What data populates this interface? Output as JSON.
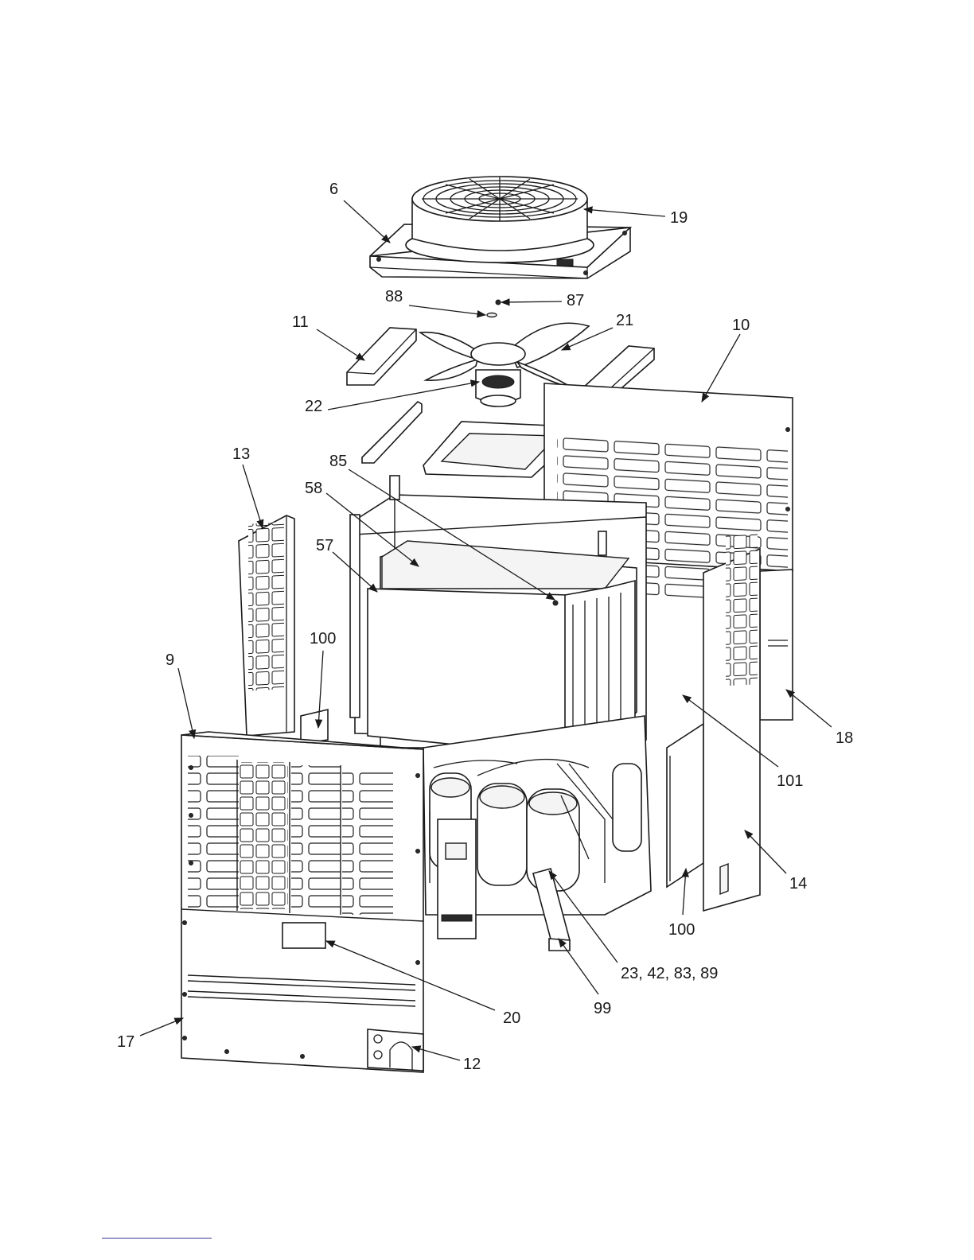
{
  "diagram": {
    "callouts": [
      {
        "id": "c6",
        "text": "6"
      },
      {
        "id": "c19",
        "text": "19"
      },
      {
        "id": "c88",
        "text": "88"
      },
      {
        "id": "c87",
        "text": "87"
      },
      {
        "id": "c11",
        "text": "11"
      },
      {
        "id": "c21",
        "text": "21"
      },
      {
        "id": "c10",
        "text": "10"
      },
      {
        "id": "c22",
        "text": "22"
      },
      {
        "id": "c13",
        "text": "13"
      },
      {
        "id": "c85",
        "text": "85"
      },
      {
        "id": "c58",
        "text": "58"
      },
      {
        "id": "c57",
        "text": "57"
      },
      {
        "id": "c100a",
        "text": "100"
      },
      {
        "id": "c9",
        "text": "9"
      },
      {
        "id": "c18",
        "text": "18"
      },
      {
        "id": "c101",
        "text": "101"
      },
      {
        "id": "c14",
        "text": "14"
      },
      {
        "id": "c100b",
        "text": "100"
      },
      {
        "id": "c23",
        "text": "23, 42, 83,  89"
      },
      {
        "id": "c99",
        "text": "99"
      },
      {
        "id": "c20",
        "text": "20"
      },
      {
        "id": "c17",
        "text": "17"
      },
      {
        "id": "c12",
        "text": "12"
      }
    ]
  }
}
